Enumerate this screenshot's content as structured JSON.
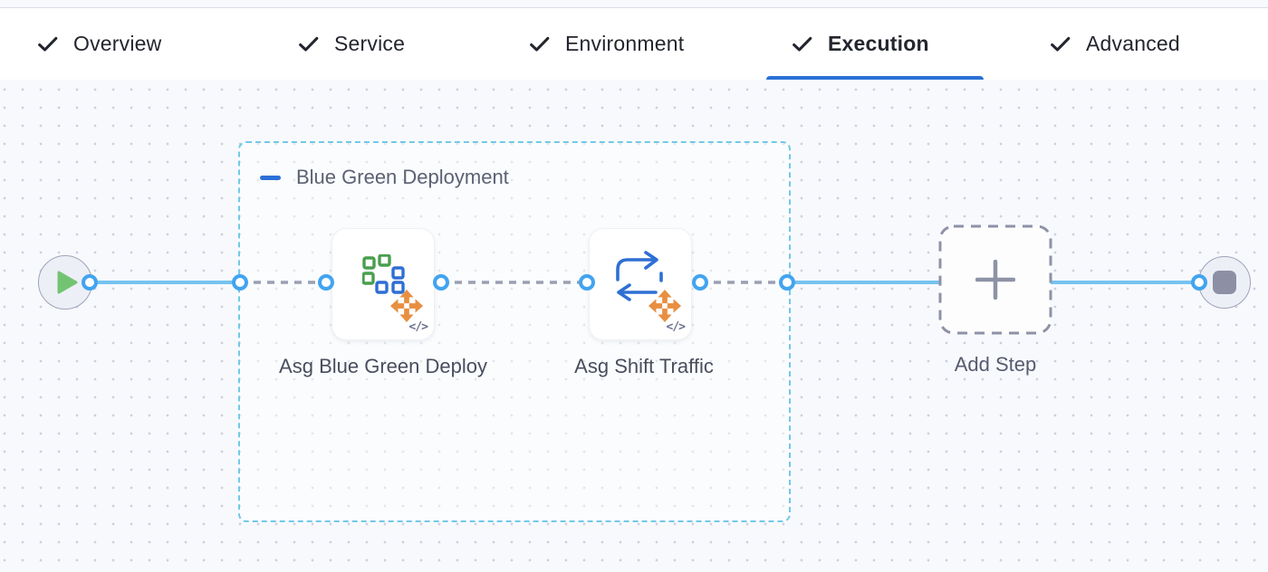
{
  "header": {
    "tabs": [
      {
        "label": "Overview",
        "checked": true,
        "active": false
      },
      {
        "label": "Service",
        "checked": true,
        "active": false
      },
      {
        "label": "Environment",
        "checked": true,
        "active": false
      },
      {
        "label": "Execution",
        "checked": true,
        "active": true
      },
      {
        "label": "Advanced",
        "checked": true,
        "active": false
      }
    ]
  },
  "pipeline": {
    "group_label": "Blue Green Deployment",
    "steps": [
      {
        "name": "Asg Blue Green Deploy"
      },
      {
        "name": "Asg Shift Traffic"
      }
    ],
    "add_step_label": "Add Step",
    "code_badge": "</>"
  },
  "icons": {
    "start_node": "play-icon",
    "end_node": "stop-icon",
    "step1": "asg-blue-green-squares-icon",
    "step2": "swap-arrows-icon",
    "overlay": "scale-move-arrows-icon"
  },
  "colors": {
    "tab_underline": "#2b70d8",
    "connector_solid": "#74c3f0",
    "connector_dashed": "#9aa0b2",
    "port_ring": "#42a4f0",
    "group_border": "#72c9e8",
    "play_green": "#72c472",
    "icon_green": "#4a9e4f",
    "icon_blue": "#2e6fd4",
    "icon_orange": "#e88f41",
    "stop_gray": "#8d90a4"
  }
}
